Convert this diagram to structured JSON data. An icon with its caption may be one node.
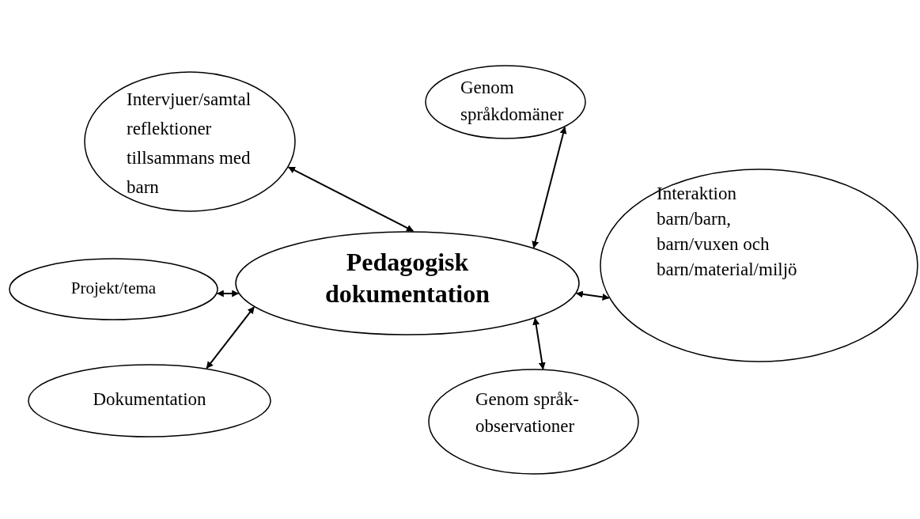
{
  "diagram": {
    "nodes": [
      {
        "text": [
          "Pedagogisk dokumentation"
        ]
      },
      {
        "text": [
          "Intervjuer/samtal reflektioner tillsammans med barn"
        ]
      },
      {
        "text": [
          "Genom språkdomäner"
        ]
      },
      {
        "text": [
          "Interaktion barn/barn, barn/vuxen och barn/material/miljö"
        ]
      },
      {
        "text": [
          "Projekt/tema"
        ]
      },
      {
        "text": [
          "Dokumentation"
        ]
      },
      {
        "text": [
          "Genom språk-observationer"
        ]
      }
    ],
    "edges": [
      {
        "from": 1,
        "to": 0,
        "arrow": "both"
      },
      {
        "from": 2,
        "to": 0,
        "arrow": "both"
      },
      {
        "from": 3,
        "to": 0,
        "arrow": "both"
      },
      {
        "from": 4,
        "to": 0,
        "arrow": "both"
      },
      {
        "from": 5,
        "to": 0,
        "arrow": "both"
      },
      {
        "from": 6,
        "to": 0,
        "arrow": "both"
      }
    ]
  }
}
